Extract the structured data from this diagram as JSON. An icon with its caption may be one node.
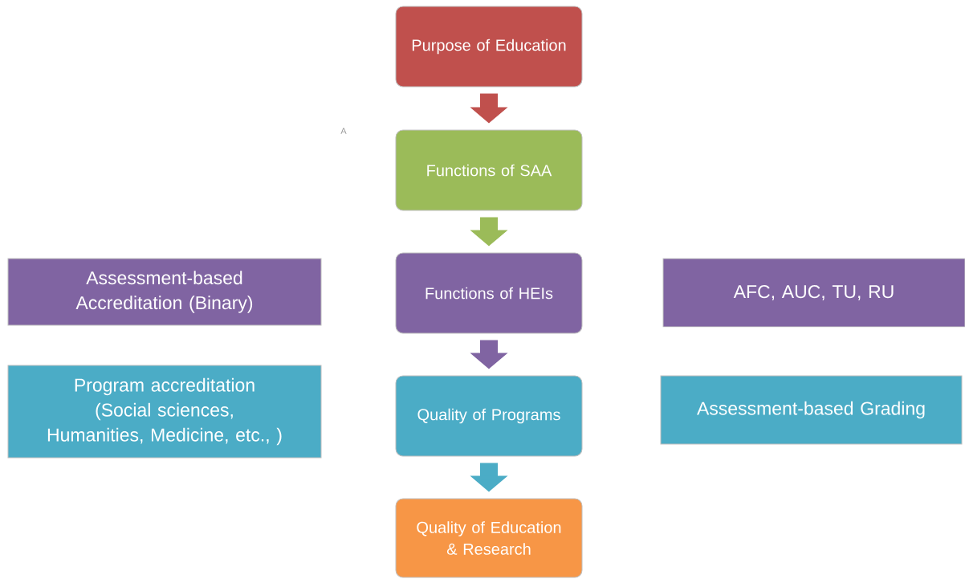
{
  "diagram": {
    "nodes": [
      {
        "text": [
          "Purpose of Education"
        ]
      },
      {
        "text": [
          "Functions of SAA"
        ]
      },
      {
        "text": [
          "Assessment-based Accreditation (Binary)"
        ]
      },
      {
        "text": [
          "Functions of HEIs"
        ]
      },
      {
        "text": [
          "AFC, AUC, TU, RU"
        ]
      },
      {
        "text": [
          "Program accreditation (Social sciences, Humanities, Medicine, etc., )"
        ]
      },
      {
        "text": [
          "Quality of Programs"
        ]
      },
      {
        "text": [
          "Assessment-based Grading"
        ]
      },
      {
        "text": [
          "Quality of Education & Research"
        ]
      }
    ],
    "edges": [
      {
        "from": 0,
        "to": 1,
        "arrow": "to",
        "color": "#c0504d"
      },
      {
        "from": 1,
        "to": 3,
        "arrow": "to",
        "color": "#9bbb59"
      },
      {
        "from": 3,
        "to": 6,
        "arrow": "to",
        "color": "#8064a2"
      },
      {
        "from": 6,
        "to": 8,
        "arrow": "to",
        "color": "#4bacc6"
      }
    ],
    "labels": [
      "A"
    ]
  }
}
